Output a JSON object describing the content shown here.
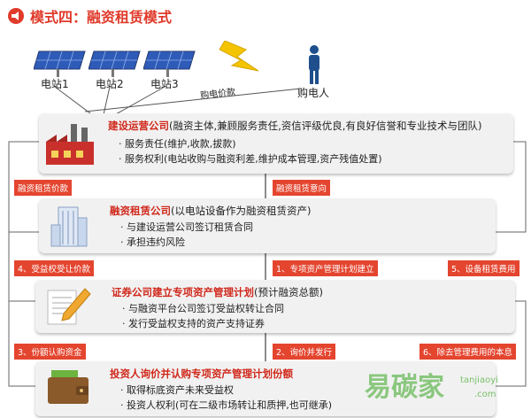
{
  "header": {
    "title": "模式四：融资租赁模式"
  },
  "stations": [
    {
      "label": "电站1"
    },
    {
      "label": "电站2"
    },
    {
      "label": "电站3"
    }
  ],
  "buyer": {
    "label": "购电人"
  },
  "payment": {
    "label": "购电价款"
  },
  "box1": {
    "title": "建设运营公司",
    "title_suffix": "(融资主体,兼顾服务责任,资信评级优良,有良好信誉和专业技术与团队)",
    "lines": [
      "· 服务责任(维护,收款,拔款)",
      "· 服务权利(电站收购与融资利差,维护成本管理,资产残值处置)"
    ]
  },
  "box2": {
    "title": "融资租赁公司",
    "title_suffix": "(以电站设备作为融资租赁资产)",
    "lines": [
      "· 与建设运营公司签订租赁合同",
      "· 承担违约风险"
    ]
  },
  "box3": {
    "title": "证券公司建立专项资产管理计划",
    "title_suffix": "(预计融资总额)",
    "lines": [
      "· 与融资平台公司签订受益权转让合同",
      "· 发行受益权支持的资产支持证券"
    ]
  },
  "box4": {
    "title": "投资人询价并认购专项资产管理计划份额",
    "title_suffix": "",
    "lines": [
      "· 取得标底资产未来受益权",
      "· 投资人权利(可在二级市场转让和质押,也可继承)"
    ]
  },
  "labels": {
    "lease_price_left": "融资租赁价款",
    "lease_intent": "融资租赁意向",
    "benefit_price": "4、受益权受让价款",
    "special_plan": "1、专项资产管理计划建立",
    "equipment_fee": "5、设备租赁费用",
    "share_fund": "3、份额认购资金",
    "inquiry": "2、询价并发行",
    "principal": "6、除去管理费用的本息"
  },
  "watermark": {
    "cn": "易碳家",
    "en": "tanjiaoyi",
    "domain": ".com"
  }
}
